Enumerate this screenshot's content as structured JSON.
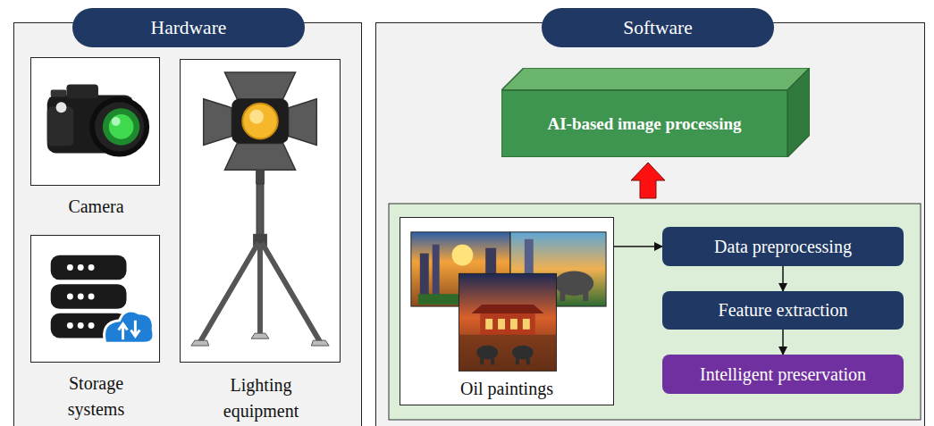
{
  "diagram": {
    "nodes": [
      {
        "text": [
          "Hardware"
        ]
      },
      {
        "text": [
          "Camera"
        ],
        "in": 0
      },
      {
        "text": [
          "Storage systems"
        ],
        "in": 0
      },
      {
        "text": [
          "Lighting equipment"
        ],
        "in": 0
      },
      {
        "text": [
          "Software"
        ]
      },
      {
        "text": [
          "AI-based image processing"
        ],
        "in": 4
      },
      {
        "text": [
          "Oil paintings"
        ],
        "in": 4
      },
      {
        "text": [
          "Data preprocessing"
        ],
        "in": 4
      },
      {
        "text": [
          "Feature extraction"
        ],
        "in": 4
      },
      {
        "text": [
          "Intelligent preservation"
        ],
        "in": 4
      }
    ],
    "edges": [
      {
        "from": 6,
        "to": 7,
        "arrow": "to"
      },
      {
        "from": 7,
        "to": 8,
        "arrow": "to"
      },
      {
        "from": 8,
        "to": 9,
        "arrow": "to"
      }
    ]
  }
}
